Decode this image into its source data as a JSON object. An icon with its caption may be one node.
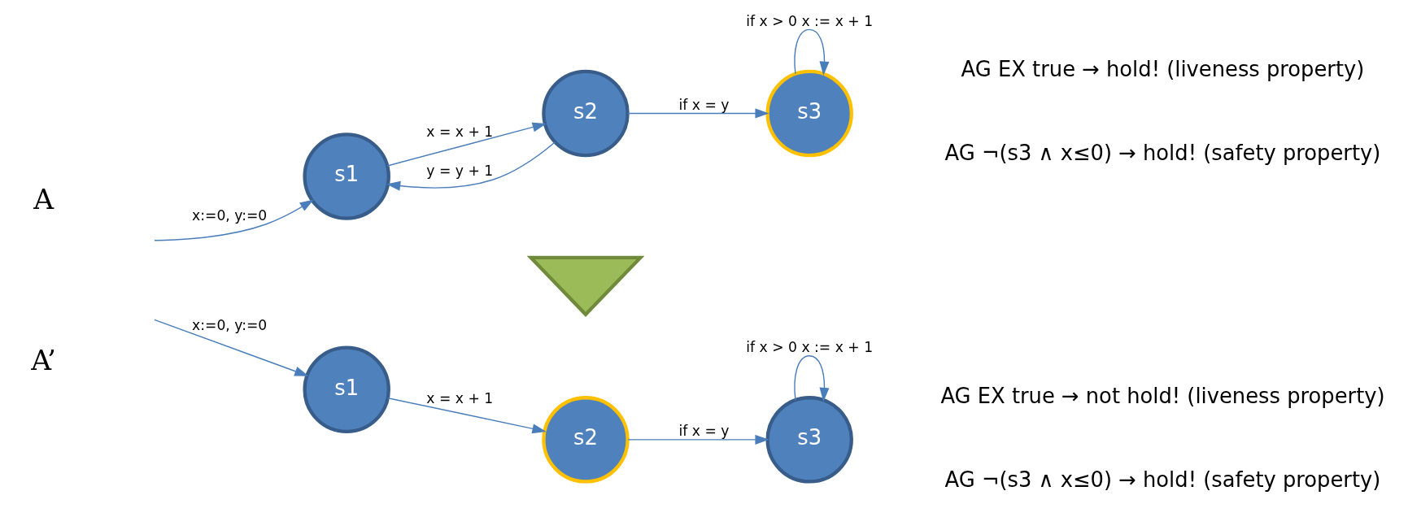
{
  "diagram": {
    "nodes": [
      {
        "text": [
          "s1"
        ]
      },
      {
        "text": [
          "s2"
        ]
      },
      {
        "text": [
          "s3"
        ]
      },
      {
        "text": [],
        "shape": "arrow"
      },
      {
        "text": [
          "s1"
        ]
      },
      {
        "text": [
          "s2"
        ]
      },
      {
        "text": [
          "s3"
        ]
      }
    ],
    "edges": [
      {
        "from": null,
        "to": 0,
        "arrow": "to",
        "label": "x:=0, y:=0"
      },
      {
        "from": 0,
        "to": 1,
        "arrow": "to",
        "label": "x = x + 1"
      },
      {
        "from": 1,
        "to": 0,
        "arrow": "to",
        "label": "y = y + 1"
      },
      {
        "from": 1,
        "to": 2,
        "arrow": "to",
        "label": "if x = y"
      },
      {
        "from": 2,
        "to": 2,
        "arrow": "to",
        "label": "if x > 0 x := x + 1"
      },
      {
        "from": null,
        "to": 4,
        "arrow": "to",
        "label": "x:=0, y:=0"
      },
      {
        "from": 4,
        "to": 5,
        "arrow": "to",
        "label": "x = x + 1"
      },
      {
        "from": 5,
        "to": 6,
        "arrow": "to",
        "label": "if x = y"
      },
      {
        "from": 6,
        "to": 6,
        "arrow": "to",
        "label": "if x > 0 x := x + 1"
      }
    ],
    "labels": [
      "A",
      "AG EX true → hold! (liveness property)",
      "AG ¬(s3 ∧ x≤0) → hold! (safety property)",
      "A’",
      "AG EX true → not hold! (liveness property)",
      "AG ¬(s3 ∧ x≤0) → hold! (safety property)"
    ]
  }
}
